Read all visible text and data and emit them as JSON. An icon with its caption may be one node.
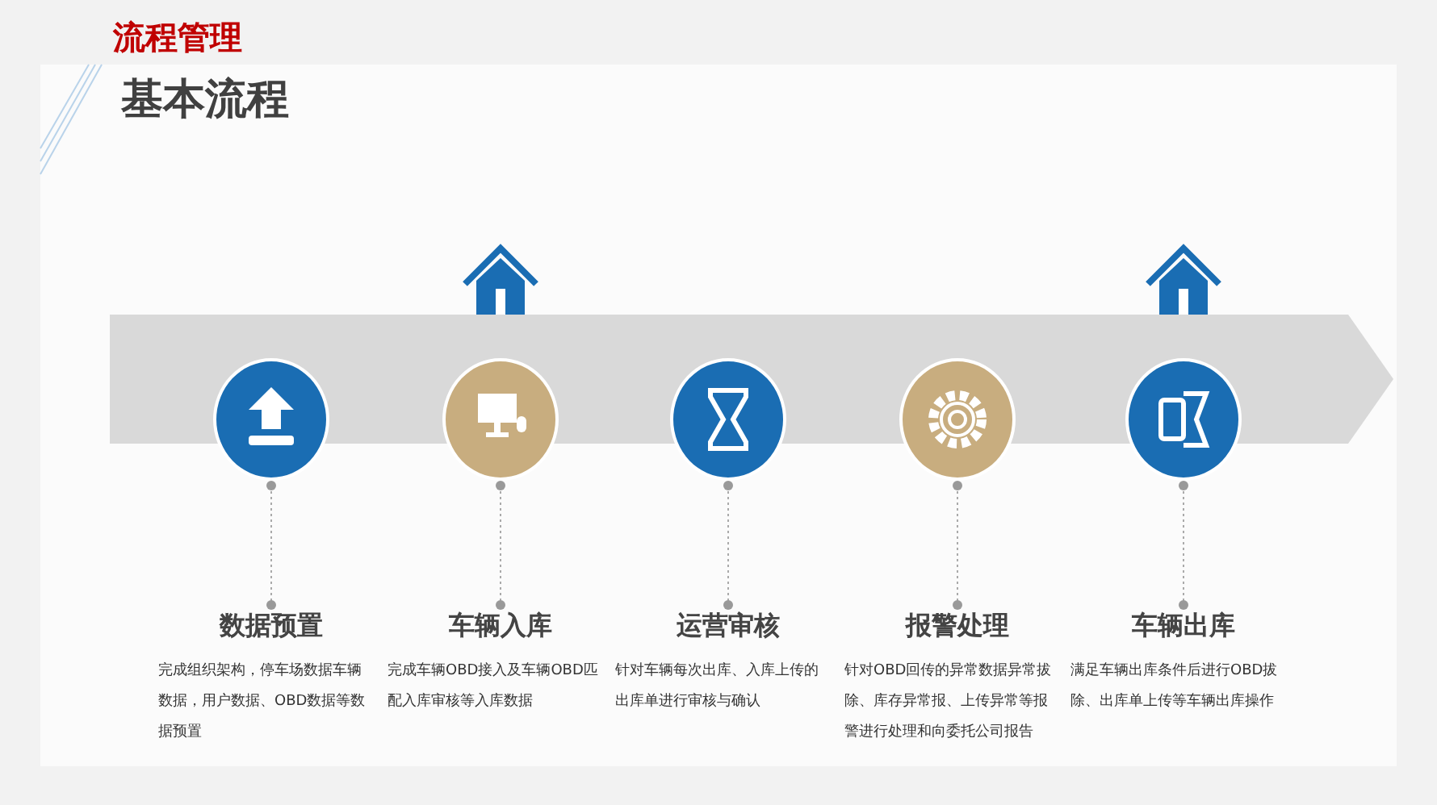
{
  "diagram": {
    "title": "基本流程",
    "nodes": [
      {
        "text": [],
        "shape": "circle"
      },
      {
        "text": [
          "数据预置",
          "完成组织架构，停车场数据车辆数据，用户数据、OBD数据等数据预置"
        ]
      },
      {
        "text": [],
        "shape": "circle"
      },
      {
        "text": [
          "车辆入库",
          "完成车辆OBD接入及车辆OBD匹配入库审核等入库数据"
        ]
      },
      {
        "text": [],
        "shape": "circle"
      },
      {
        "text": [
          "运营审核",
          "针对车辆每次出库、入库上传的出库单进行审核与确认"
        ]
      },
      {
        "text": [],
        "shape": "circle"
      },
      {
        "text": [
          "报警处理",
          "针对OBD回传的异常数据异常拔除、库存异常报、上传异常等报警进行处理和向委托公司报告"
        ]
      },
      {
        "text": [],
        "shape": "circle"
      },
      {
        "text": [
          "车辆出库",
          "满足车辆出库条件后进行OBD拔除、出库单上传等车辆出库操作"
        ]
      }
    ],
    "edges": [
      {
        "from": 0,
        "to": 1,
        "arrow": "other",
        "style": "dashed"
      },
      {
        "from": 2,
        "to": 3,
        "arrow": "other",
        "style": "dashed"
      },
      {
        "from": 4,
        "to": 5,
        "arrow": "other",
        "style": "dashed"
      },
      {
        "from": 6,
        "to": 7,
        "arrow": "other",
        "style": "dashed"
      },
      {
        "from": 8,
        "to": 9,
        "arrow": "other",
        "style": "dashed"
      }
    ],
    "labels": [
      "流程管理"
    ]
  }
}
